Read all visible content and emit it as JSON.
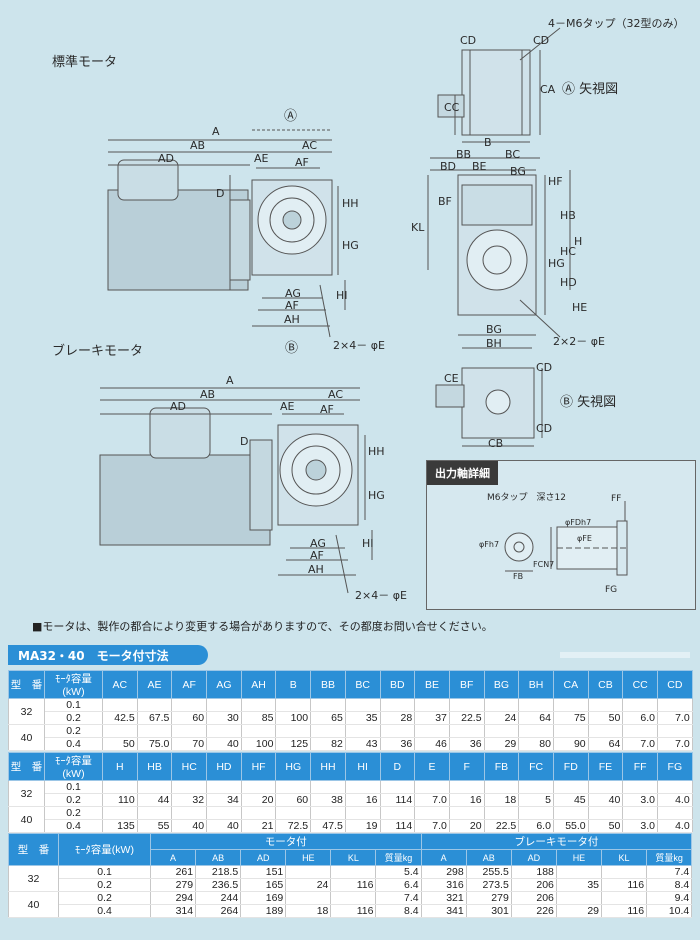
{
  "drawing": {
    "std_title": "標準モータ",
    "brake_title": "ブレーキモータ",
    "tap_note": "4－M6タップ（32型のみ）",
    "view_a": "Ⓐ 矢視図",
    "view_b": "Ⓑ 矢視図",
    "circle_a": "Ⓐ",
    "circle_b": "Ⓑ",
    "hole_4": "2×4－ φE",
    "hole_2": "2×2－ φE",
    "labels": {
      "A": "A",
      "AB": "AB",
      "AC": "AC",
      "AD": "AD",
      "AE": "AE",
      "AF": "AF",
      "AG": "AG",
      "AH": "AH",
      "D": "D",
      "HH": "HH",
      "HG": "HG",
      "HI": "HI",
      "CD": "CD",
      "CA": "CA",
      "CC": "CC",
      "CB": "CB",
      "CE": "CE",
      "B": "B",
      "BB": "BB",
      "BC": "BC",
      "BD": "BD",
      "BE": "BE",
      "BF": "BF",
      "BG": "BG",
      "BH": "BH",
      "HF": "HF",
      "HB": "HB",
      "HC": "HC",
      "H": "H",
      "HD": "HD",
      "HE": "HE",
      "KL": "KL",
      "FF": "FF",
      "FG": "FG",
      "FB": "FB"
    },
    "detail": {
      "title": "出力軸詳細",
      "tap": "M6タップ　深さ12",
      "fh7": "φFh7",
      "fd": "φFDh7",
      "fe": "φFE",
      "fcn7": "FCN7"
    }
  },
  "note": "■モータは、製作の都合により変更する場合がありますので、その都度お問い合せください。",
  "section_title": "MA32・40　モータ付寸法",
  "table1": {
    "headers": [
      "型　番",
      "ﾓｰﾀ容量(kW)",
      "AC",
      "AE",
      "AF",
      "AG",
      "AH",
      "B",
      "BB",
      "BC",
      "BD",
      "BE",
      "BF",
      "BG",
      "BH",
      "CA",
      "CB",
      "CC",
      "CD"
    ],
    "groups": [
      {
        "model": "32",
        "caps": [
          "0.1",
          "0.2"
        ],
        "vals": [
          "42.5",
          "67.5",
          "60",
          "30",
          "85",
          "100",
          "65",
          "35",
          "28",
          "37",
          "22.5",
          "24",
          "64",
          "75",
          "50",
          "6.0",
          "7.0"
        ]
      },
      {
        "model": "40",
        "caps": [
          "0.2",
          "0.4"
        ],
        "vals": [
          "50",
          "75.0",
          "70",
          "40",
          "100",
          "125",
          "82",
          "43",
          "36",
          "46",
          "36",
          "29",
          "80",
          "90",
          "64",
          "7.0",
          "7.0"
        ]
      }
    ]
  },
  "table2": {
    "headers": [
      "型　番",
      "ﾓｰﾀ容量(kW)",
      "H",
      "HB",
      "HC",
      "HD",
      "HF",
      "HG",
      "HH",
      "HI",
      "D",
      "E",
      "F",
      "FB",
      "FC",
      "FD",
      "FE",
      "FF",
      "FG"
    ],
    "groups": [
      {
        "model": "32",
        "caps": [
          "0.1",
          "0.2"
        ],
        "vals": [
          "110",
          "44",
          "32",
          "34",
          "20",
          "60",
          "38",
          "16",
          "114",
          "7.0",
          "16",
          "18",
          "5",
          "45",
          "40",
          "3.0",
          "4.0"
        ]
      },
      {
        "model": "40",
        "caps": [
          "0.2",
          "0.4"
        ],
        "vals": [
          "135",
          "55",
          "40",
          "40",
          "21",
          "72.5",
          "47.5",
          "19",
          "114",
          "7.0",
          "20",
          "22.5",
          "6.0",
          "55.0",
          "50",
          "3.0",
          "4.0"
        ]
      }
    ]
  },
  "table3": {
    "h_model": "型　番",
    "h_cap": "ﾓｰﾀ容量(kW)",
    "h_motor": "モータ付",
    "h_brake": "ブレーキモータ付",
    "sub": [
      "A",
      "AB",
      "AD",
      "HE",
      "KL",
      "質量kg",
      "A",
      "AB",
      "AD",
      "HE",
      "KL",
      "質量kg"
    ],
    "rows": [
      {
        "model": "32",
        "cap": "0.1",
        "vals": [
          "261",
          "218.5",
          "151",
          "",
          "",
          "5.4",
          "298",
          "255.5",
          "188",
          "",
          "",
          "7.4"
        ]
      },
      {
        "model": "",
        "cap": "0.2",
        "vals": [
          "279",
          "236.5",
          "165",
          "24",
          "116",
          "6.4",
          "316",
          "273.5",
          "206",
          "35",
          "116",
          "8.4"
        ]
      },
      {
        "model": "40",
        "cap": "0.2",
        "vals": [
          "294",
          "244",
          "169",
          "",
          "",
          "7.4",
          "321",
          "279",
          "206",
          "",
          "",
          "9.4"
        ]
      },
      {
        "model": "",
        "cap": "0.4",
        "vals": [
          "314",
          "264",
          "189",
          "18",
          "116",
          "8.4",
          "341",
          "301",
          "226",
          "29",
          "116",
          "10.4"
        ]
      }
    ]
  }
}
